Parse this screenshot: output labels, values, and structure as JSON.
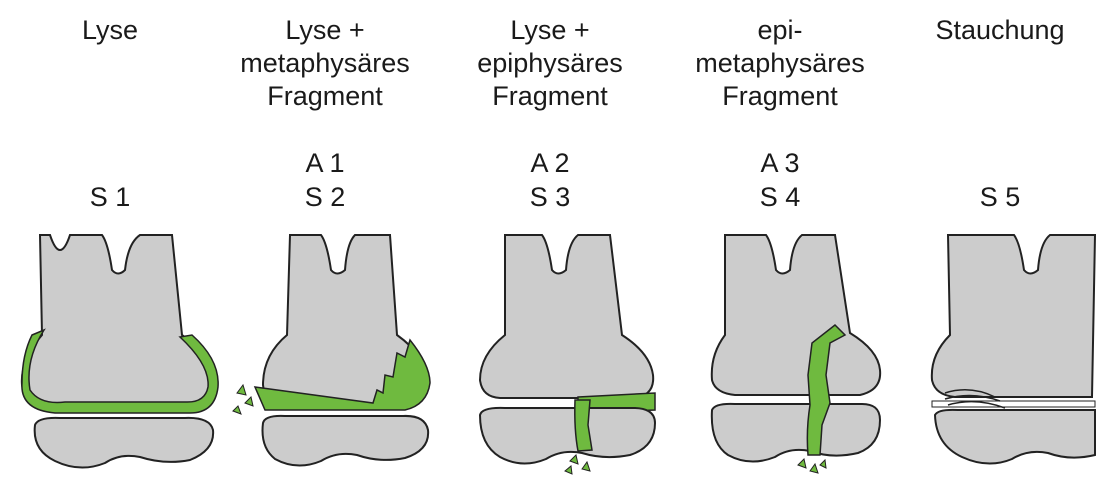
{
  "colors": {
    "bone_fill": "#cccccc",
    "outline": "#222222",
    "fracture": "#6fba3f",
    "background": "#ffffff"
  },
  "panels": [
    {
      "title": [
        "Lyse"
      ],
      "codes": [
        "",
        "S 1"
      ]
    },
    {
      "title": [
        "Lyse +",
        "metaphysäres",
        "Fragment"
      ],
      "codes": [
        "A 1",
        "S 2"
      ]
    },
    {
      "title": [
        "Lyse +",
        "epiphysäres",
        "Fragment"
      ],
      "codes": [
        "A 2",
        "S 3"
      ]
    },
    {
      "title": [
        "epi-",
        "metaphysäres",
        "Fragment"
      ],
      "codes": [
        "A 3",
        "S 4"
      ]
    },
    {
      "title": [
        "Stauchung"
      ],
      "codes": [
        "",
        "S 5"
      ]
    }
  ]
}
